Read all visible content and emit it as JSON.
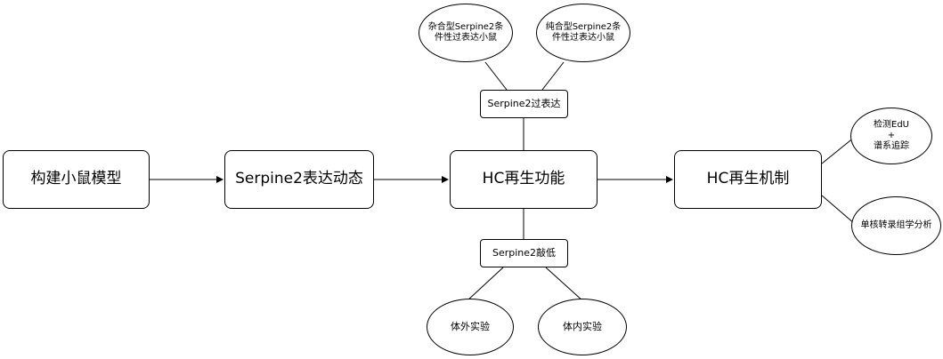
{
  "diagram": {
    "nodes": {
      "build_model": "构建小鼠模型",
      "expression_dynamics": "Serpine2表达动态",
      "hc_regeneration": "HC再生功能",
      "hc_mechanism": "HC再生机制",
      "overexpression": "Serpine2过表达",
      "knockdown": "Serpine2敲低",
      "hetero_overexp": "杂合型Serpine2条\n件性过表达小鼠",
      "homo_overexp": "纯合型Serpine2条\n件性过表达小鼠",
      "in_vitro": "体外实验",
      "in_vivo": "体内实验",
      "edu_tracing": "检测EdU\n+\n谱系追踪",
      "scrnaseq": "单核转录组学分析"
    },
    "edges": [
      {
        "from": "build_model",
        "to": "expression_dynamics",
        "arrow": true
      },
      {
        "from": "expression_dynamics",
        "to": "hc_regeneration",
        "arrow": true
      },
      {
        "from": "hc_regeneration",
        "to": "hc_mechanism",
        "arrow": true
      },
      {
        "from": "hc_regeneration",
        "to": "overexpression",
        "arrow": false
      },
      {
        "from": "overexpression",
        "to": "hetero_overexp",
        "arrow": false
      },
      {
        "from": "overexpression",
        "to": "homo_overexp",
        "arrow": false
      },
      {
        "from": "hc_regeneration",
        "to": "knockdown",
        "arrow": false
      },
      {
        "from": "knockdown",
        "to": "in_vitro",
        "arrow": false
      },
      {
        "from": "knockdown",
        "to": "in_vivo",
        "arrow": false
      },
      {
        "from": "hc_mechanism",
        "to": "edu_tracing",
        "arrow": false
      },
      {
        "from": "hc_mechanism",
        "to": "scrnaseq",
        "arrow": false
      }
    ]
  }
}
